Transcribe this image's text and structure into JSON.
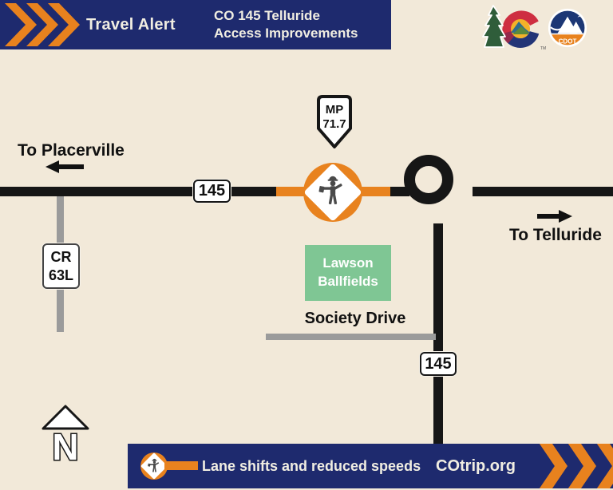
{
  "header": {
    "alert_label": "Travel Alert",
    "title_line1": "CO 145 Telluride",
    "title_line2": "Access Improvements",
    "cdot_logo_text": "CDOT",
    "trademark": "TM"
  },
  "map": {
    "to_placerville": "To Placerville",
    "to_telluride": "To Telluride",
    "route_shield_west": "145",
    "route_shield_south": "145",
    "county_road_line1": "CR",
    "county_road_line2": "63L",
    "milepost_line1": "MP",
    "milepost_line2": "71.7",
    "ballfields_line1": "Lawson",
    "ballfields_line2": "Ballfields",
    "society_drive_label": "Society Drive",
    "north_label": "N"
  },
  "footer": {
    "message": "Lane shifts and reduced speeds",
    "website": "COtrip.org"
  },
  "icons": {
    "chevron": "orange-right-chevron-band",
    "flagger": "construction-flagger-in-diamond",
    "milepost_marker": "white-pointed-shield",
    "north_arrow": "white-triangle-up",
    "left_arrow": "solid-black-arrow-left",
    "right_arrow": "solid-black-arrow-right",
    "colorado_logo": "colorado-state-c-with-pine",
    "cdot_logo": "cdot-mountain-roundel"
  },
  "colors": {
    "background": "#F2E9D9",
    "banner_navy": "#1E2A6E",
    "accent_orange": "#E8821E",
    "road_black": "#161616",
    "road_gray": "#9B9B9B",
    "ballfields_green": "#7FC694",
    "text_cream": "#F1EEE2",
    "flagger_gray": "#4A4A4A"
  }
}
